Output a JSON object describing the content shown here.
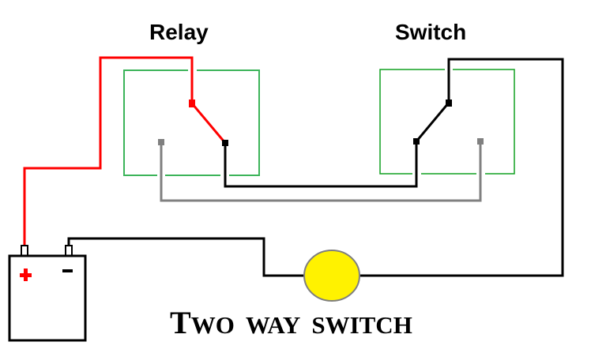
{
  "diagram": {
    "title": {
      "first_letter": "T",
      "rest_word1": "WO",
      "word2": "WAY",
      "word3_first": "S",
      "word3_rest": "WITCH",
      "full_text": "Two way switch"
    },
    "components": {
      "relay": {
        "label": "Relay"
      },
      "switch": {
        "label": "Switch"
      },
      "battery": {
        "positive_symbol": "+",
        "negative_symbol": "-"
      },
      "lamp": {
        "fill_color": "#fff200",
        "outline_color": "#7f7f7f"
      }
    },
    "colors": {
      "positive_wire": "#ff0000",
      "negative_wire": "#000000",
      "traveler_wire": "#808080",
      "box_outline": "#3cb45a",
      "switch_box_outline": "#10a020"
    }
  }
}
